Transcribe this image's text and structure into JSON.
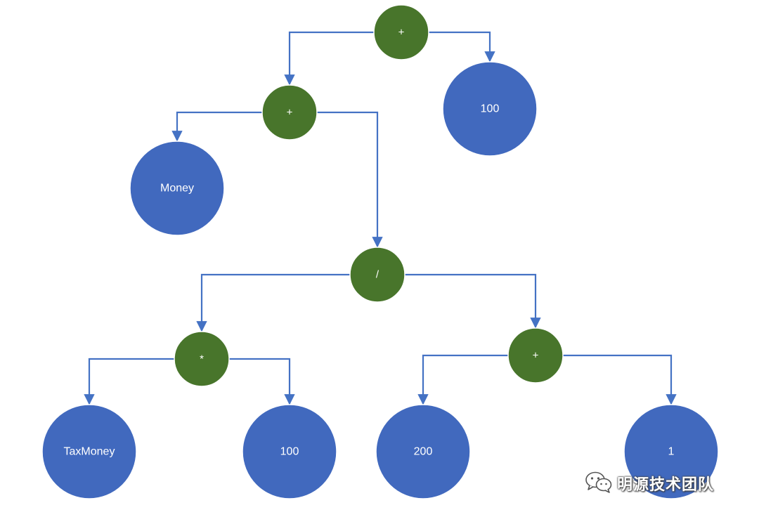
{
  "colors": {
    "operator_fill": "#48752b",
    "operand_fill": "#4169be",
    "node_stroke": "#ffffff",
    "edge": "#4472c4",
    "label": "#ffffff"
  },
  "tree": {
    "nodes": [
      {
        "id": "plus-root",
        "label": "+",
        "kind": "operator"
      },
      {
        "id": "plus-left",
        "label": "+",
        "kind": "operator"
      },
      {
        "id": "num-100-top",
        "label": "100",
        "kind": "operand"
      },
      {
        "id": "money",
        "label": "Money",
        "kind": "operand"
      },
      {
        "id": "divide",
        "label": "/",
        "kind": "operator"
      },
      {
        "id": "multiply",
        "label": "*",
        "kind": "operator"
      },
      {
        "id": "plus-right",
        "label": "+",
        "kind": "operator"
      },
      {
        "id": "taxmoney",
        "label": "TaxMoney",
        "kind": "operand"
      },
      {
        "id": "num-100-low",
        "label": "100",
        "kind": "operand"
      },
      {
        "id": "num-200",
        "label": "200",
        "kind": "operand"
      },
      {
        "id": "num-1",
        "label": "1",
        "kind": "operand"
      }
    ],
    "edges": [
      {
        "from": "plus-root",
        "to": "plus-left"
      },
      {
        "from": "plus-root",
        "to": "num-100-top"
      },
      {
        "from": "plus-left",
        "to": "money"
      },
      {
        "from": "plus-left",
        "to": "divide"
      },
      {
        "from": "divide",
        "to": "multiply"
      },
      {
        "from": "divide",
        "to": "plus-right"
      },
      {
        "from": "multiply",
        "to": "taxmoney"
      },
      {
        "from": "multiply",
        "to": "num-100-low"
      },
      {
        "from": "plus-right",
        "to": "num-200"
      },
      {
        "from": "plus-right",
        "to": "num-1"
      }
    ]
  },
  "watermark": {
    "icon": "wechat-icon",
    "text": "明源技术团队"
  }
}
